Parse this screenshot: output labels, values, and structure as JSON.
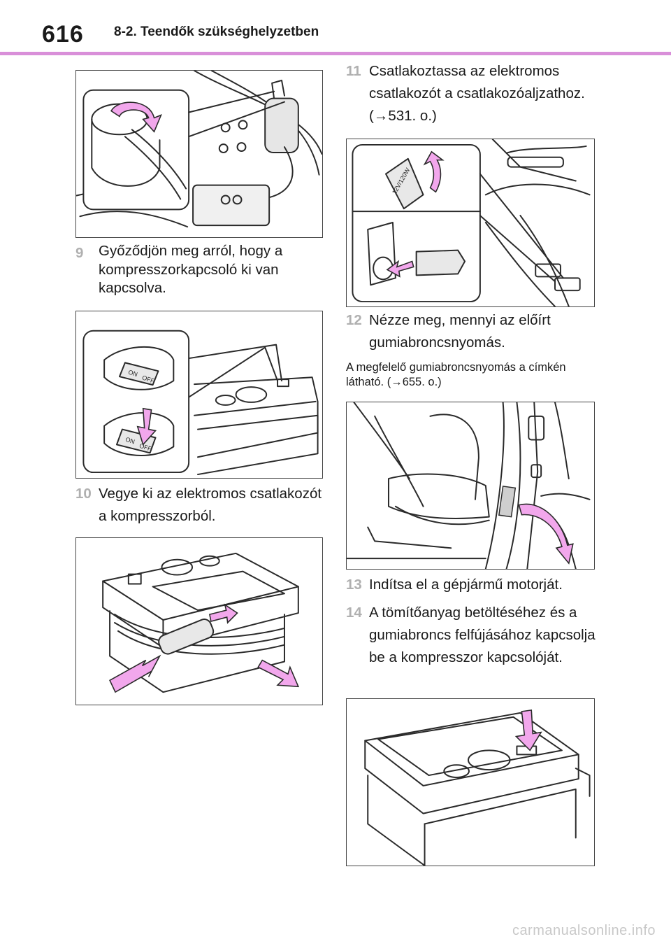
{
  "header": {
    "page_number": "616",
    "section_title": "8-2. Teendők szükséghelyzetben"
  },
  "steps": [
    {
      "num": "9",
      "text": "Győződjön meg arról, hogy a kompresszorkapcsoló ki van kapcsolva."
    },
    {
      "num": "10",
      "text": "Vegye ki az elektromos csatla­kozót a kompresszorból."
    },
    {
      "num": "11",
      "text": "Csatlakoztassa az elektromos csatlakozót a csatlakozóaljzat­hoz. (→531. o.)"
    },
    {
      "num": "12",
      "text": "Nézze meg, mennyi az előírt gumiabroncsnyomás."
    },
    {
      "num": "13",
      "text": "Indítsa el a gépjármű motorját."
    },
    {
      "num": "14",
      "text": "A tömítőanyag betöltéséhez és a gumiabroncs felfújásához kap­csolja be a kompresszor kap­csolóját."
    }
  ],
  "note": "A megfelelő gumiabroncsnyomás a címkén látható. (→655. o.)",
  "switch_labels": {
    "on": "ON",
    "off": "OFF"
  },
  "socket_label": "12V/120W",
  "watermark": "carmanualsonline.info",
  "colors": {
    "accent": "#d98fd9",
    "arrow": "#f2a7ec"
  }
}
